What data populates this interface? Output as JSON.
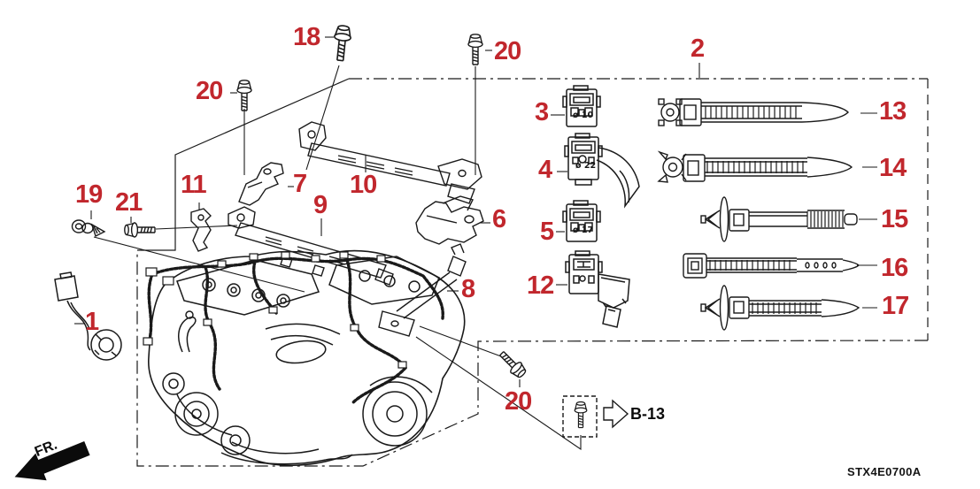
{
  "diagram": {
    "drawing_code": "STX4E0700A",
    "fr_label": "FR.",
    "detail_ref_label": "B-13",
    "colors": {
      "callout_red": "#c1272d",
      "line": "#1a1a1a",
      "background": "#ffffff"
    },
    "connector_sizes": {
      "c3": "ø 10",
      "c4": "ø 22",
      "c5": "ø 17"
    },
    "callouts": {
      "n1": "1",
      "n2": "2",
      "n3": "3",
      "n4": "4",
      "n5": "5",
      "n6": "6",
      "n7": "7",
      "n8": "8",
      "n9": "9",
      "n10": "10",
      "n11": "11",
      "n12": "12",
      "n13": "13",
      "n14": "14",
      "n15": "15",
      "n16": "16",
      "n17": "17",
      "n18": "18",
      "n19": "19",
      "n20a": "20",
      "n20b": "20",
      "n20c": "20",
      "n21": "21"
    }
  }
}
